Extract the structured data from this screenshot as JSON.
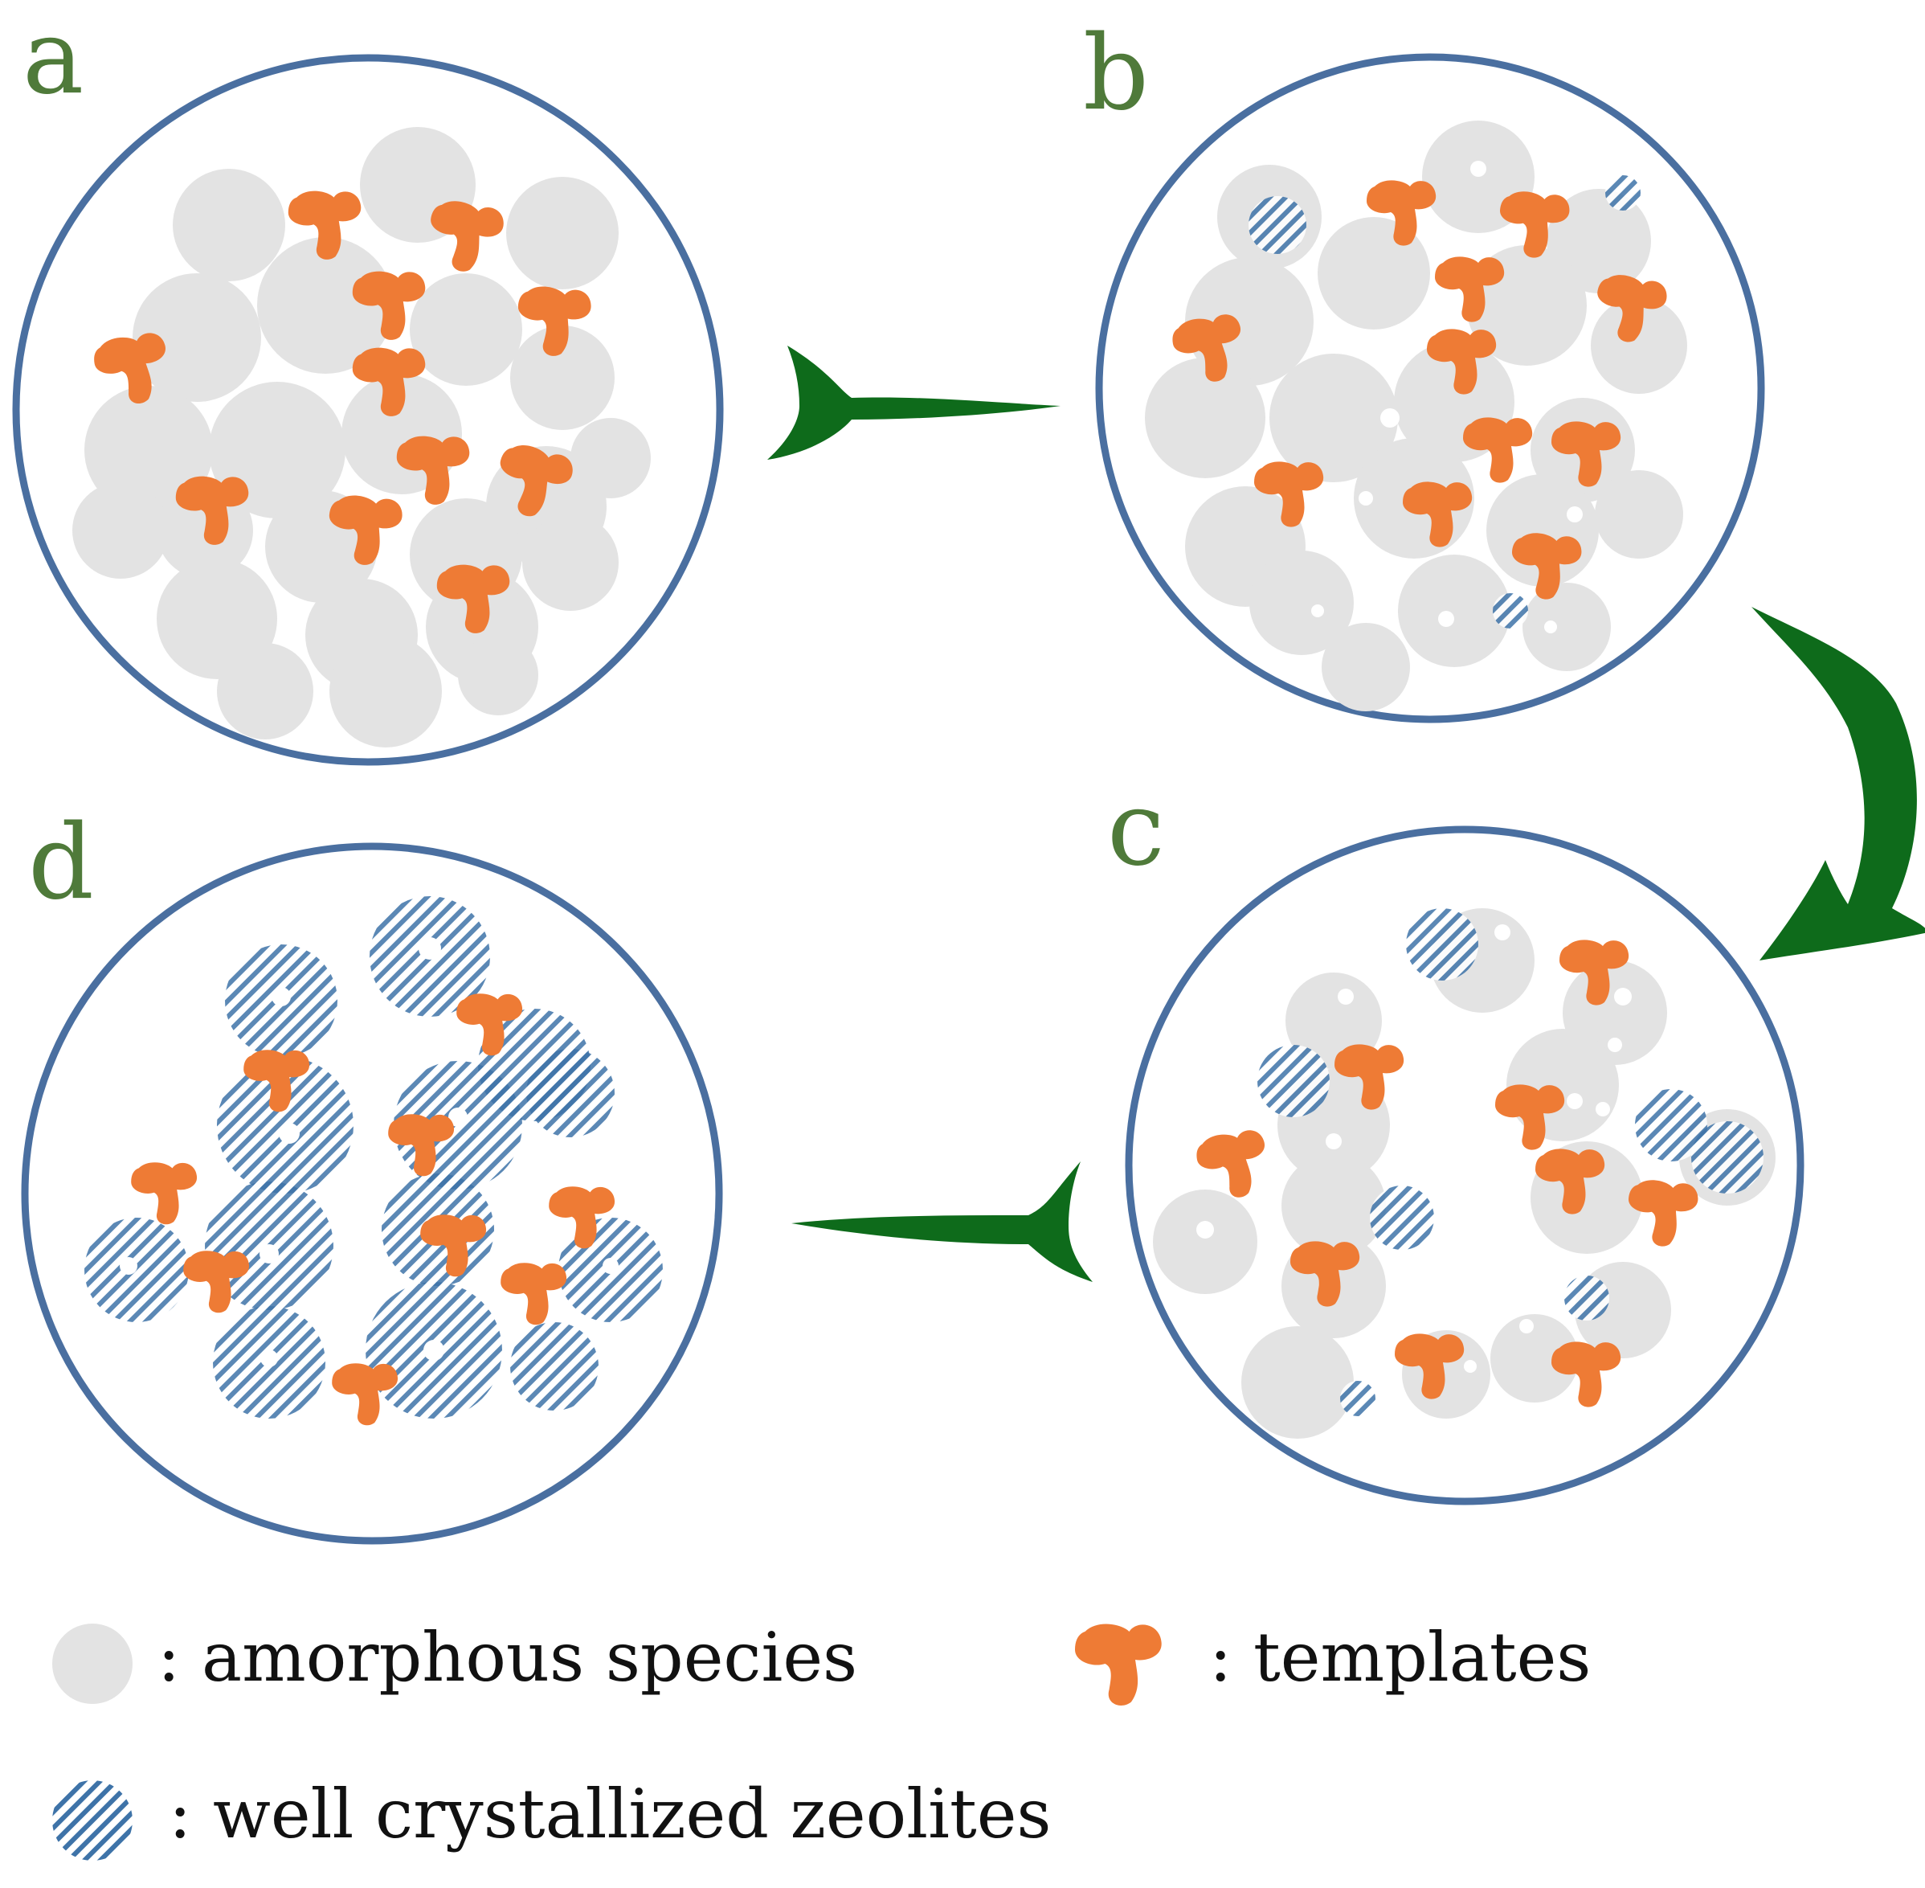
{
  "panels": {
    "a": {
      "label": "a"
    },
    "b": {
      "label": "b"
    },
    "c": {
      "label": "c"
    },
    "d": {
      "label": "d"
    }
  },
  "legend": {
    "amorphous": ": amorphous species",
    "templates": ": templates",
    "zeolites": ": well crystallized zeolites"
  },
  "colors": {
    "circle_border": "#4a6fa0",
    "amorphous": "#e3e3e3",
    "template": "#ee7b35",
    "zeolite_stripe": "#3e73a8",
    "arrow": "#0e6b1b",
    "label": "#4f7a3a"
  }
}
